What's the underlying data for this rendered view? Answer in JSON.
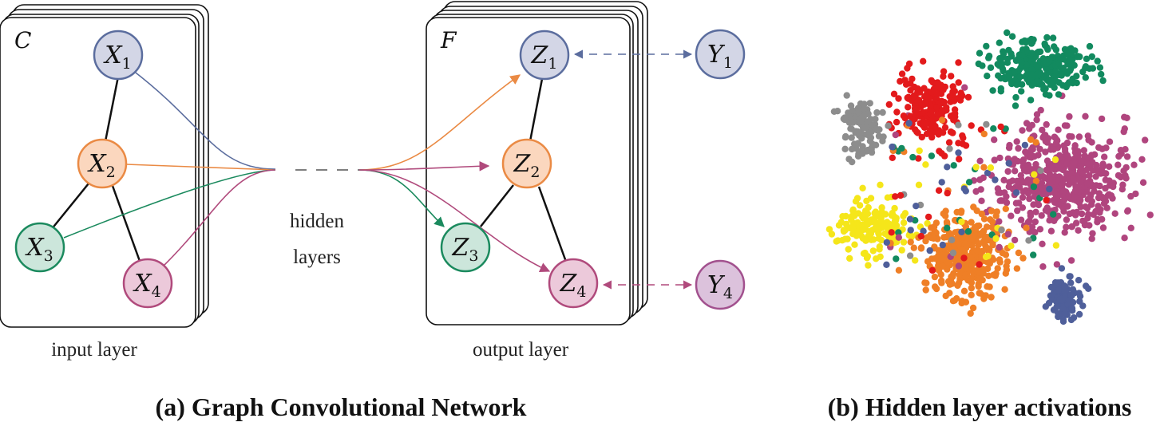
{
  "panel_a": {
    "input_card_label": "C",
    "output_card_label": "F",
    "input_nodes": [
      {
        "letter": "X",
        "sub": "1",
        "color": "#d3d6e6",
        "stroke": "#5b6d9e"
      },
      {
        "letter": "X",
        "sub": "2",
        "color": "#fbd7be",
        "stroke": "#ea8a44"
      },
      {
        "letter": "X",
        "sub": "3",
        "color": "#cce6db",
        "stroke": "#1b8a5e"
      },
      {
        "letter": "X",
        "sub": "4",
        "color": "#ecc9da",
        "stroke": "#b04a7c"
      }
    ],
    "output_nodes": [
      {
        "letter": "Z",
        "sub": "1",
        "color": "#d3d6e6",
        "stroke": "#5b6d9e"
      },
      {
        "letter": "Z",
        "sub": "2",
        "color": "#fbd7be",
        "stroke": "#ea8a44"
      },
      {
        "letter": "Z",
        "sub": "3",
        "color": "#cce6db",
        "stroke": "#1b8a5e"
      },
      {
        "letter": "Z",
        "sub": "4",
        "color": "#ecc9da",
        "stroke": "#b04a7c"
      }
    ],
    "label_nodes": [
      {
        "letter": "Y",
        "sub": "1",
        "color": "#d3d6e6",
        "stroke": "#5b6d9e"
      },
      {
        "letter": "Y",
        "sub": "4",
        "color": "#dcc2dc",
        "stroke": "#a2518e"
      }
    ],
    "hidden_label_1": "hidden",
    "hidden_label_2": "layers",
    "input_caption": "input layer",
    "output_caption": "output layer",
    "title": "(a) Graph Convolutional Network"
  },
  "panel_b": {
    "title": "(b) Hidden layer activations",
    "cluster_colors": {
      "green": "#128a5f",
      "red": "#e31a1c",
      "gray": "#8d8d8d",
      "magenta": "#b0457e",
      "yellow": "#f5e61a",
      "orange": "#ef7f26",
      "blue": "#4f5f9a"
    }
  }
}
